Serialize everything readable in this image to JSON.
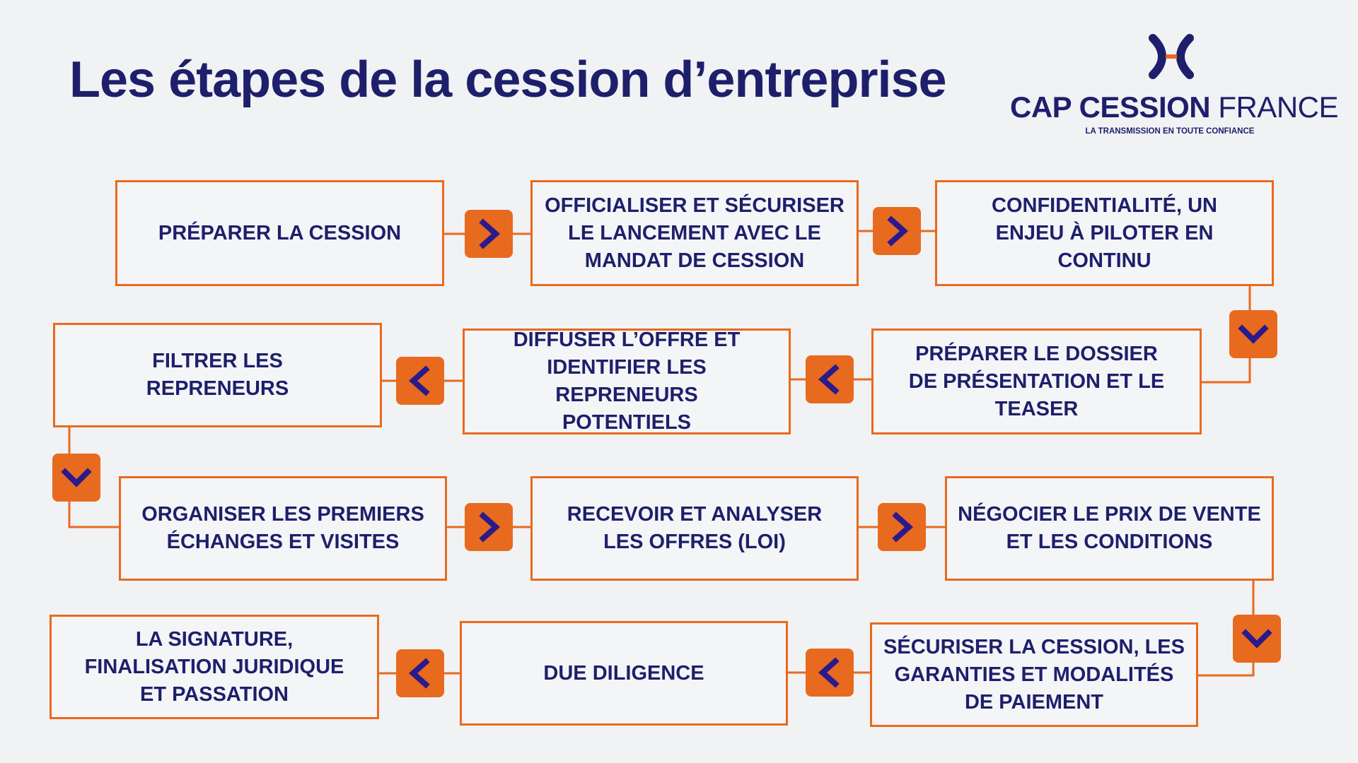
{
  "title": "Les étapes de la cession d’entreprise",
  "logo": {
    "name_bold": "CAP CESSION",
    "name_light": "FRANCE",
    "tagline": "LA TRANSMISSION EN TOUTE CONFIANCE"
  },
  "colors": {
    "navy": "#1e1f6b",
    "orange": "#e86a1f",
    "background": "#f1f2f4"
  },
  "steps": [
    "PRÉPARER LA CESSION",
    "OFFICIALISER ET SÉCURISER\nLE LANCEMENT AVEC LE\nMANDAT DE CESSION",
    "CONFIDENTIALITÉ, UN\nENJEU À PILOTER EN\nCONTINU",
    "PRÉPARER LE DOSSIER\nDE PRÉSENTATION ET LE\nTEASER",
    "DIFFUSER L’OFFRE ET\nIDENTIFIER LES REPRENEURS\nPOTENTIELS",
    "FILTRER LES\nREPRENEURS",
    "ORGANISER LES PREMIERS\nÉCHANGES ET VISITES",
    "RECEVOIR ET ANALYSER\nLES OFFRES (LOI)",
    "NÉGOCIER LE PRIX DE VENTE\nET LES CONDITIONS",
    "SÉCURISER LA CESSION, LES\nGARANTIES ET MODALITÉS\nDE PAIEMENT",
    "DUE DILIGENCE",
    "LA SIGNATURE,\nFINALISATION JURIDIQUE\nET PASSATION"
  ],
  "arrows": [
    "chevron-right-icon",
    "chevron-right-icon",
    "chevron-down-icon",
    "chevron-left-icon",
    "chevron-left-icon",
    "chevron-down-icon",
    "chevron-right-icon",
    "chevron-right-icon",
    "chevron-down-icon",
    "chevron-left-icon",
    "chevron-left-icon"
  ]
}
